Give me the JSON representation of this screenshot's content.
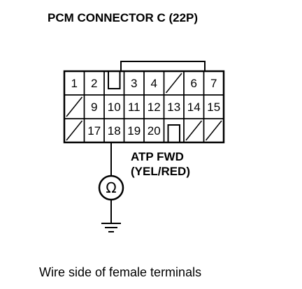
{
  "title": "PCM CONNECTOR C (22P)",
  "connector": {
    "rows": [
      [
        {
          "label": "1"
        },
        {
          "label": "2"
        },
        {
          "kind": "notch"
        },
        {
          "label": "3"
        },
        {
          "label": "4"
        },
        {
          "kind": "empty"
        },
        {
          "label": "6"
        },
        {
          "label": "7"
        }
      ],
      [
        {
          "kind": "empty"
        },
        {
          "label": "9"
        },
        {
          "label": "10"
        },
        {
          "label": "11"
        },
        {
          "label": "12"
        },
        {
          "label": "13"
        },
        {
          "label": "14"
        },
        {
          "label": "15"
        }
      ],
      [
        {
          "kind": "empty"
        },
        {
          "label": "17"
        },
        {
          "label": "18"
        },
        {
          "label": "19"
        },
        {
          "label": "20"
        },
        {
          "kind": "notch"
        },
        {
          "kind": "empty"
        },
        {
          "kind": "empty"
        }
      ]
    ]
  },
  "probe": {
    "line1": "ATP FWD",
    "line2": "(YEL/RED)",
    "meter_symbol": "Ω",
    "icons": [
      "ohmmeter-icon",
      "ground-icon"
    ]
  },
  "caption": "Wire side of female terminals"
}
